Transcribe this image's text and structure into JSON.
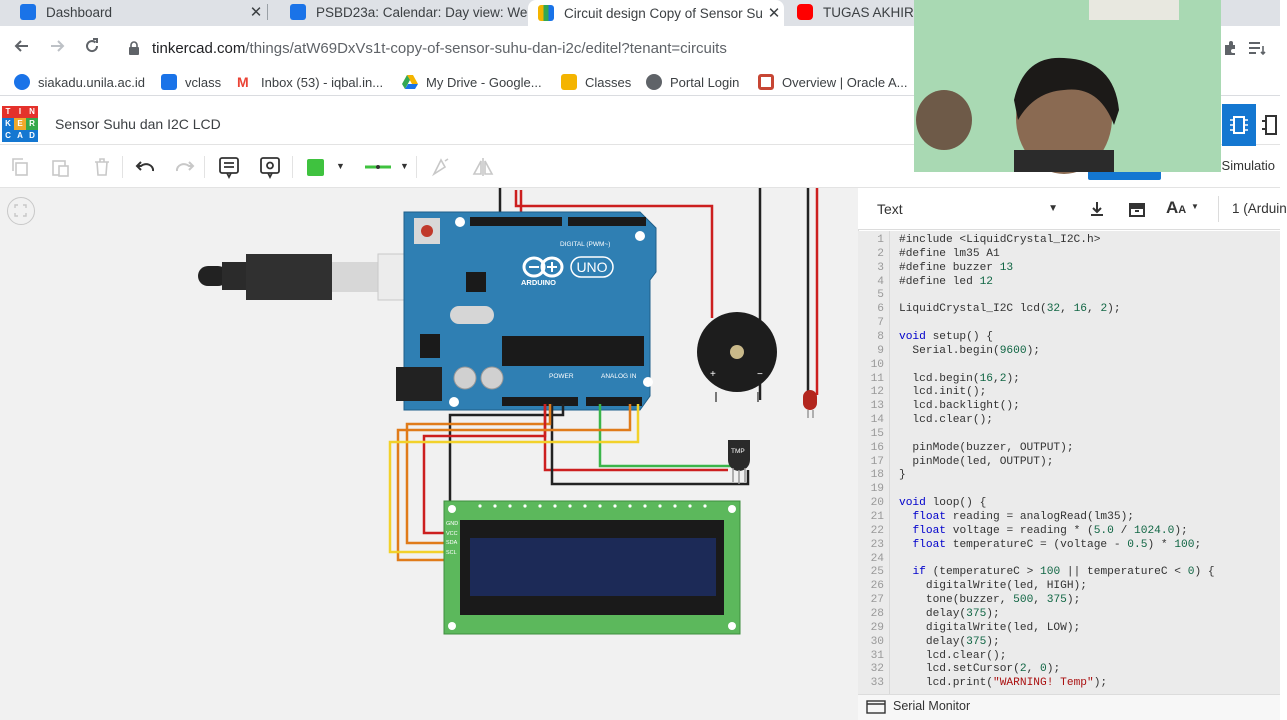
{
  "browser": {
    "tabs": [
      {
        "title": "Dashboard",
        "close": "✕",
        "fav_color": "#1a73e8"
      },
      {
        "title": "PSBD23a: Calendar: Day view: We",
        "close": "✕",
        "fav_color": "#1a73e8"
      },
      {
        "title": "Circuit design Copy of Sensor Su",
        "close": "✕",
        "fav_color": "#f4b400"
      },
      {
        "title": "TUGAS AKHIR 3",
        "close": "",
        "fav_color": "#ff0000"
      }
    ],
    "url_host": "tinkercad.com",
    "url_path": "/things/atW69DxVs1t-copy-of-sensor-suhu-dan-i2c/editel?tenant=circuits",
    "bookmarks": [
      {
        "label": "siakadu.unila.ac.id",
        "color": "#1a73e8"
      },
      {
        "label": "vclass",
        "color": "#1a73e8"
      },
      {
        "label": "Inbox (53) - iqbal.in...",
        "color": "#ea4335"
      },
      {
        "label": "My Drive - Google...",
        "color": "#34a853"
      },
      {
        "label": "Classes",
        "color": "#f4b400"
      },
      {
        "label": "Portal Login",
        "color": "#5f6368"
      },
      {
        "label": "Overview | Oracle A...",
        "color": "#c74634"
      }
    ]
  },
  "tinkercad": {
    "logo_letters": [
      "TIN",
      "KER",
      "CAD"
    ],
    "project_title": "Sensor Suhu dan I2C LCD",
    "start_simulation": "rt Simulatio",
    "code_panel": {
      "mode": "Text",
      "device": "1 (Arduin",
      "serial_monitor": "Serial Monitor"
    },
    "circuit_labels": {
      "uno": "UNO",
      "arduino": "ARDUINO",
      "digital": "DIGITAL (PWM~)",
      "power": "POWER",
      "analog": "ANALOG IN",
      "tmp": "TMP",
      "lcd_pins": [
        "GND",
        "VCC",
        "SDA",
        "SCL"
      ]
    }
  },
  "code": [
    "#include <LiquidCrystal_I2C.h>",
    "#define lm35 A1",
    "#define buzzer 13",
    "#define led 12",
    "",
    "LiquidCrystal_I2C lcd(32, 16, 2);",
    "",
    "void setup() {",
    "  Serial.begin(9600);",
    "",
    "  lcd.begin(16,2);",
    "  lcd.init();",
    "  lcd.backlight();",
    "  lcd.clear();",
    "",
    "  pinMode(buzzer, OUTPUT);",
    "  pinMode(led, OUTPUT);",
    "}",
    "",
    "void loop() {",
    "  float reading = analogRead(lm35);",
    "  float voltage = reading * (5.0 / 1024.0);",
    "  float temperatureC = (voltage - 0.5) * 100;",
    "",
    "  if (temperatureC > 100 || temperatureC < 0) {",
    "    digitalWrite(led, HIGH);",
    "    tone(buzzer, 500, 375);",
    "    delay(375);",
    "    digitalWrite(led, LOW);",
    "    delay(375);",
    "    lcd.clear();",
    "    lcd.setCursor(2, 0);",
    "    lcd.print(\"WARNING! Temp\");"
  ],
  "colors": {
    "arduino_blue": "#2f7fb3",
    "lcd_green": "#5cb85c",
    "lcd_screen": "#1c2a57",
    "accent_blue": "#1477d1"
  }
}
